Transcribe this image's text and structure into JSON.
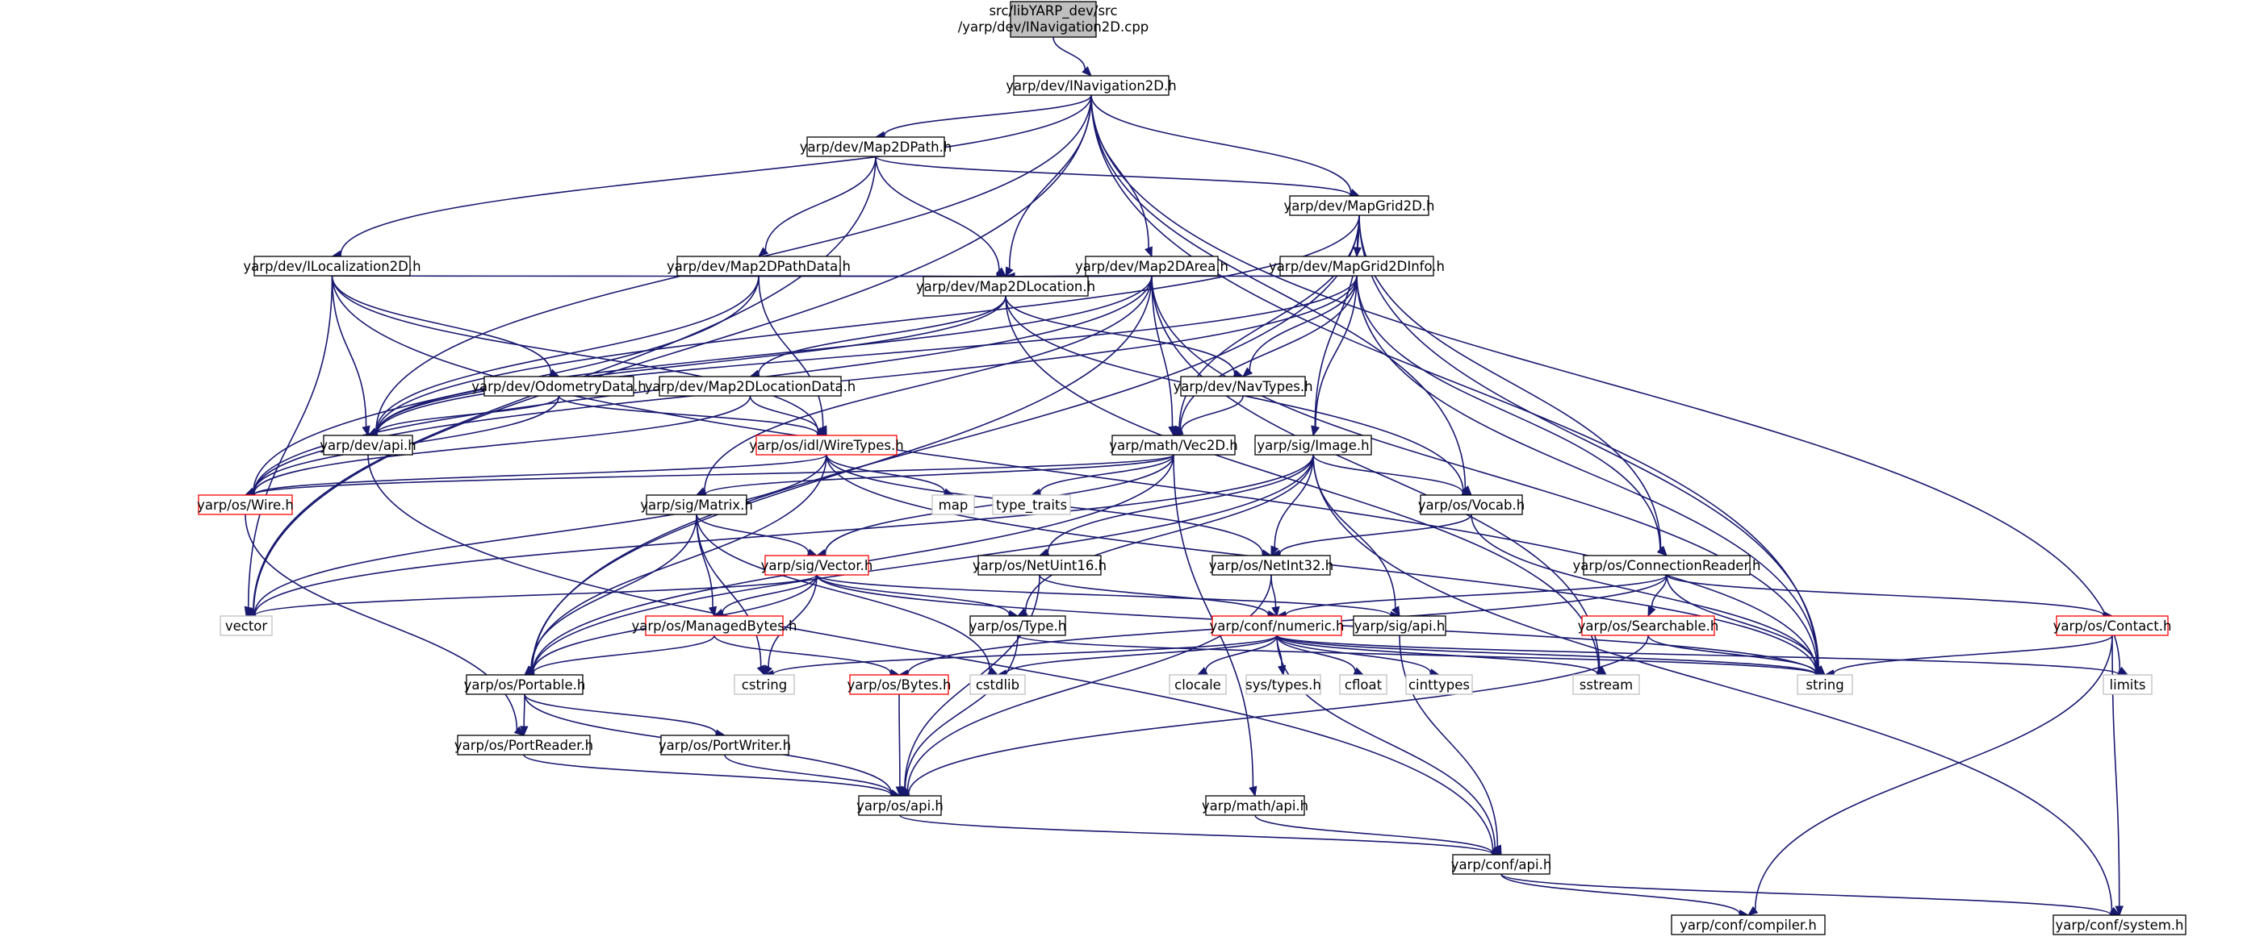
{
  "graph": {
    "root_label": [
      "src/libYARP_dev/src",
      "/yarp/dev/INavigation2D.cpp"
    ],
    "nodes": {
      "inav2d": "yarp/dev/INavigation2D.h",
      "map2dpath": "yarp/dev/Map2DPath.h",
      "mapgrid2d": "yarp/dev/MapGrid2D.h",
      "iloc2d": "yarp/dev/ILocalization2D.h",
      "map2dpathdata": "yarp/dev/Map2DPathData.h",
      "map2darea": "yarp/dev/Map2DArea.h",
      "mapgrid2dinfo": "yarp/dev/MapGrid2DInfo.h",
      "map2dlocation": "yarp/dev/Map2DLocation.h",
      "odometrydata": "yarp/dev/OdometryData.h",
      "map2dlocationdata": "yarp/dev/Map2DLocationData.h",
      "navtypes": "yarp/dev/NavTypes.h",
      "devapi": "yarp/dev/api.h",
      "wiretypes": "yarp/os/idl/WireTypes.h",
      "vec2d": "yarp/math/Vec2D.h",
      "sigimage": "yarp/sig/Image.h",
      "wire": "yarp/os/Wire.h",
      "map": "map",
      "type_traits": "type_traits",
      "sigmatrix": "yarp/sig/Matrix.h",
      "vocab": "yarp/os/Vocab.h",
      "netuint16": "yarp/os/NetUint16.h",
      "netint32": "yarp/os/NetInt32.h",
      "connreader": "yarp/os/ConnectionReader.h",
      "sigvector": "yarp/sig/Vector.h",
      "vector": "vector",
      "managedbytes": "yarp/os/ManagedBytes.h",
      "ostype": "yarp/os/Type.h",
      "numeric": "yarp/conf/numeric.h",
      "sigapi": "yarp/sig/api.h",
      "searchable": "yarp/os/Searchable.h",
      "contact": "yarp/os/Contact.h",
      "portable": "yarp/os/Portable.h",
      "cstring": "cstring",
      "bytes": "yarp/os/Bytes.h",
      "cstdlib": "cstdlib",
      "clocale": "clocale",
      "systypes": "sys/types.h",
      "cfloat": "cfloat",
      "cinttypes": "cinttypes",
      "sstream": "sstream",
      "string": "string",
      "limits": "limits",
      "portreader": "yarp/os/PortReader.h",
      "portwriter": "yarp/os/PortWriter.h",
      "osapi": "yarp/os/api.h",
      "mathapi": "yarp/math/api.h",
      "confapi": "yarp/conf/api.h",
      "compiler": "yarp/conf/compiler.h",
      "system": "yarp/conf/system.h"
    },
    "colors": {
      "edge": "#191970",
      "root_fill": "#bfbfbf",
      "truncated_border": "#ff0000",
      "system_header_border": "#bfbfbf"
    }
  }
}
